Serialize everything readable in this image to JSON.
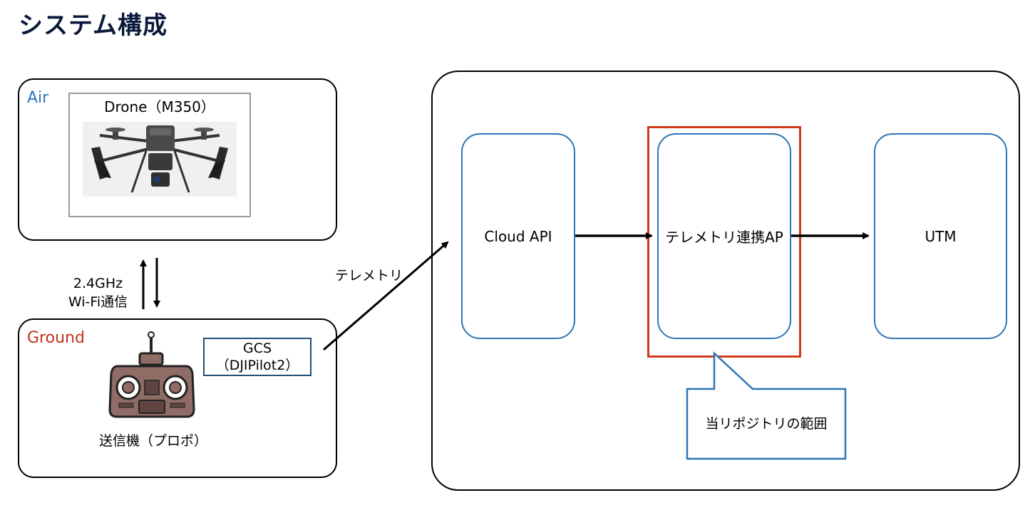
{
  "title": "システム構成",
  "air": {
    "label": "Air",
    "drone_label": "Drone（M350）"
  },
  "link": {
    "line1": "2.4GHz",
    "line2": "Wi-Fi通信"
  },
  "ground": {
    "label": "Ground",
    "gcs_line1": "GCS",
    "gcs_line2": "（DJIPilot2）",
    "controller_label": "送信機（プロポ）"
  },
  "telemetry_label": "テレメトリ",
  "cloud": {
    "cloud_api": "Cloud API",
    "telemetry_ap": "テレメトリ連携AP",
    "utm": "UTM"
  },
  "callout": "当リポジトリの範囲",
  "colors": {
    "accent_blue": "#2e75b6",
    "highlight_red": "#d03a1b",
    "ground_red": "#c0321b",
    "gcs_blue": "#1f4e79"
  }
}
